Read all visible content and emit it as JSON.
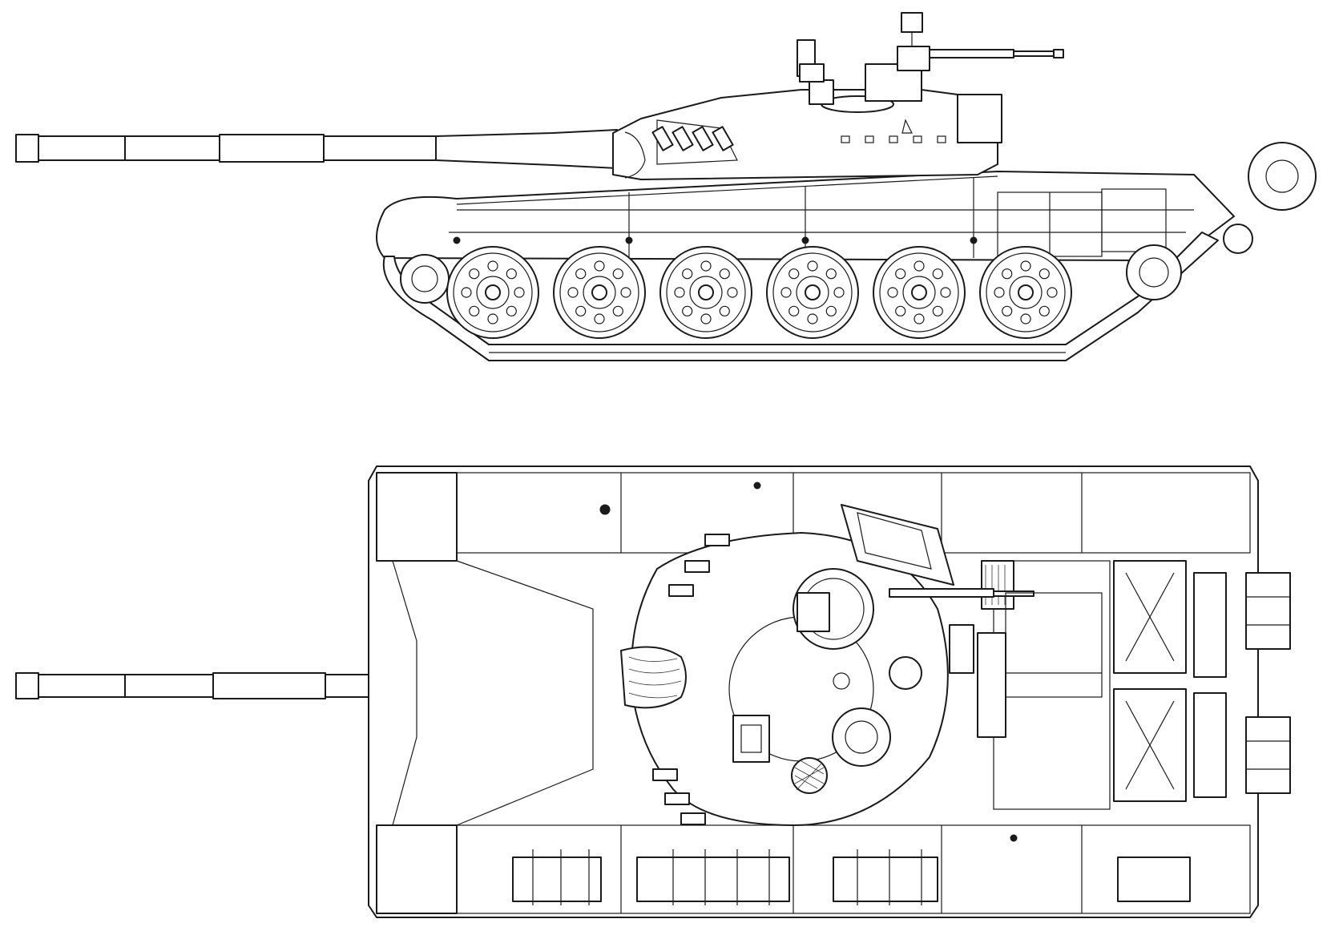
{
  "drawing": {
    "views": [
      {
        "id": "side",
        "name": "side-view"
      },
      {
        "id": "top",
        "name": "top-view"
      }
    ],
    "road_wheel_count": 6,
    "colors": {
      "line": "#1a1a1a",
      "background": "#ffffff"
    }
  }
}
